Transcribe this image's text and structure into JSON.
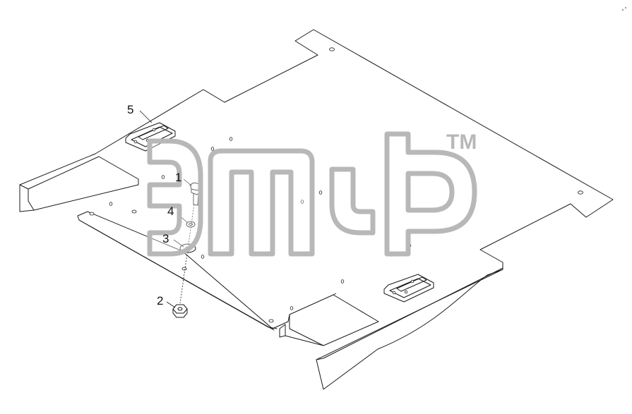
{
  "callouts": [
    {
      "id": "1",
      "label": "1",
      "part": "bolt"
    },
    {
      "id": "2",
      "label": "2",
      "part": "nut"
    },
    {
      "id": "3",
      "label": "3",
      "part": "flat-washer"
    },
    {
      "id": "4",
      "label": "4",
      "part": "lock-washer"
    },
    {
      "id": "5",
      "label": "5",
      "part": "mounting-bracket"
    }
  ],
  "watermark": {
    "trademark": "TM",
    "color": "#b8b8b8"
  },
  "colors": {
    "line": "#1a1a1a",
    "background": "#ffffff"
  }
}
